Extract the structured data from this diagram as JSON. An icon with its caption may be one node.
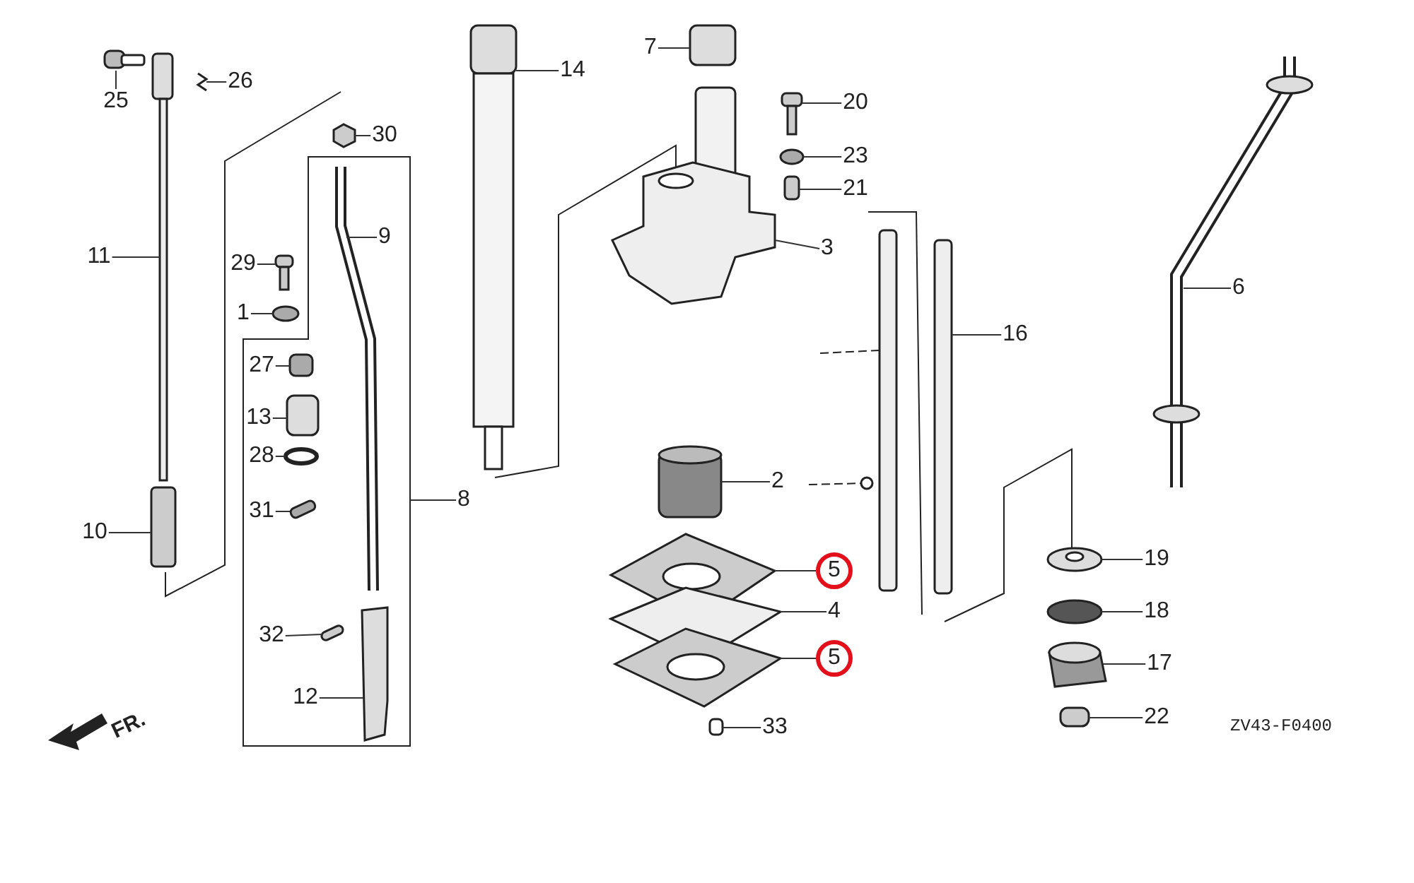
{
  "diagram": {
    "nodes": [
      {
        "text": [
          "25"
        ]
      },
      {
        "text": [
          "26"
        ]
      },
      {
        "text": [
          "7"
        ]
      },
      {
        "text": [
          "14"
        ]
      },
      {
        "text": [
          "20"
        ]
      },
      {
        "text": [
          "30"
        ]
      },
      {
        "text": [
          "23"
        ]
      },
      {
        "text": [
          "21"
        ]
      },
      {
        "text": [
          "3"
        ]
      },
      {
        "text": [
          "9"
        ]
      },
      {
        "text": [
          "11"
        ]
      },
      {
        "text": [
          "29"
        ]
      },
      {
        "text": [
          "6"
        ]
      },
      {
        "text": [
          "1"
        ]
      },
      {
        "text": [
          "16"
        ]
      },
      {
        "text": [
          "27"
        ]
      },
      {
        "text": [
          "13"
        ]
      },
      {
        "text": [
          "28"
        ]
      },
      {
        "text": [
          "2"
        ]
      },
      {
        "text": [
          "8"
        ]
      },
      {
        "text": [
          "31"
        ]
      },
      {
        "text": [
          "10"
        ]
      },
      {
        "text": [
          "19"
        ]
      },
      {
        "text": [
          "5"
        ]
      },
      {
        "text": [
          "4"
        ]
      },
      {
        "text": [
          "18"
        ]
      },
      {
        "text": [
          "32"
        ]
      },
      {
        "text": [
          "5"
        ]
      },
      {
        "text": [
          "17"
        ]
      },
      {
        "text": [
          "12"
        ]
      },
      {
        "text": [
          "33"
        ]
      },
      {
        "text": [
          "22"
        ]
      }
    ],
    "edges": [
      {
        "from": 0,
        "to": null,
        "arrow": "none"
      },
      {
        "from": 1,
        "to": null,
        "arrow": "none"
      },
      {
        "from": 2,
        "to": null,
        "arrow": "none"
      },
      {
        "from": 3,
        "to": null,
        "arrow": "none"
      },
      {
        "from": 4,
        "to": null,
        "arrow": "none"
      },
      {
        "from": 5,
        "to": null,
        "arrow": "none"
      },
      {
        "from": 6,
        "to": null,
        "arrow": "none"
      },
      {
        "from": 7,
        "to": null,
        "arrow": "none"
      },
      {
        "from": 8,
        "to": null,
        "arrow": "none"
      },
      {
        "from": 9,
        "to": null,
        "arrow": "none"
      },
      {
        "from": 10,
        "to": null,
        "arrow": "none"
      },
      {
        "from": 11,
        "to": null,
        "arrow": "none"
      },
      {
        "from": 12,
        "to": null,
        "arrow": "none"
      },
      {
        "from": 13,
        "to": null,
        "arrow": "none"
      },
      {
        "from": 14,
        "to": null,
        "arrow": "none"
      },
      {
        "from": 15,
        "to": null,
        "arrow": "none"
      },
      {
        "from": 16,
        "to": null,
        "arrow": "none"
      },
      {
        "from": 17,
        "to": null,
        "arrow": "none"
      },
      {
        "from": 18,
        "to": null,
        "arrow": "none"
      },
      {
        "from": 19,
        "to": null,
        "arrow": "none"
      },
      {
        "from": 20,
        "to": null,
        "arrow": "none"
      },
      {
        "from": 21,
        "to": null,
        "arrow": "none"
      },
      {
        "from": 22,
        "to": null,
        "arrow": "none"
      },
      {
        "from": 23,
        "to": null,
        "arrow": "none"
      },
      {
        "from": 24,
        "to": null,
        "arrow": "none"
      },
      {
        "from": 25,
        "to": null,
        "arrow": "none"
      },
      {
        "from": 26,
        "to": null,
        "arrow": "none"
      },
      {
        "from": 27,
        "to": null,
        "arrow": "none"
      },
      {
        "from": 28,
        "to": null,
        "arrow": "none"
      },
      {
        "from": 29,
        "to": null,
        "arrow": "none"
      },
      {
        "from": 30,
        "to": null,
        "arrow": "none"
      },
      {
        "from": 31,
        "to": null,
        "arrow": "none"
      }
    ],
    "labels": [
      "FR.",
      "ZV43-F0400"
    ]
  }
}
